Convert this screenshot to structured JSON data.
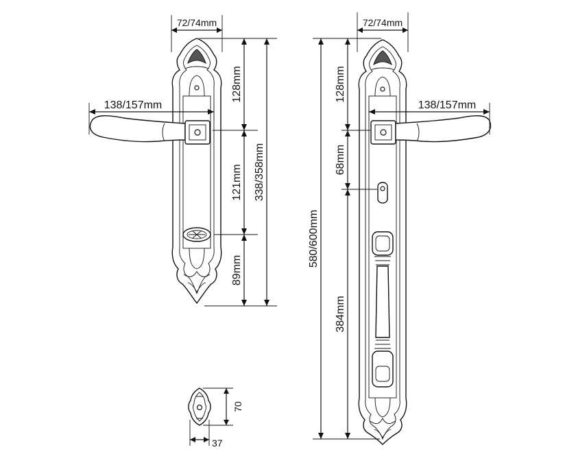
{
  "drawing": {
    "left_plate": {
      "width_label": "72/74mm",
      "lever_label": "138/157mm",
      "dims": {
        "top": "128mm",
        "middle": "121mm",
        "bottom": "89mm",
        "total": "338/358mm"
      }
    },
    "right_plate": {
      "width_label": "72/74mm",
      "lever_label": "138/157mm",
      "dims": {
        "top": "128mm",
        "mid": "68mm",
        "grip": "384mm",
        "total": "580/600mm"
      }
    },
    "rosette": {
      "height_label": "70",
      "width_label": "37"
    }
  },
  "colors": {
    "line": "#111111",
    "background": "#ffffff"
  }
}
